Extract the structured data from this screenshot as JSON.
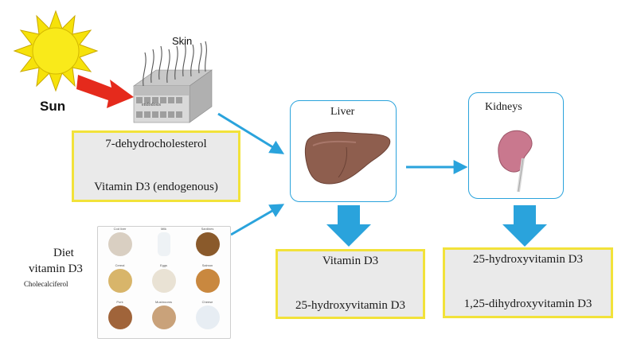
{
  "labels": {
    "sun": "Sun",
    "skin": "Skin",
    "liver": "Liver",
    "kidneys": "Kidneys",
    "diet_line1": "Diet",
    "diet_line2": "vitamin D3",
    "diet_line3": "Cholecalciferol",
    "skin_layer": "endodosis"
  },
  "boxes": {
    "skin_box": {
      "top": "7-dehydrocholesterol",
      "bottom": "Vitamin D3 (endogenous)"
    },
    "liver_box": {
      "top": "Vitamin D3",
      "bottom": "25-hydroxyvitamin D3"
    },
    "kidney_box": {
      "top": "25-hydroxyvitamin D3",
      "bottom": "1,25-dihydroxyvitamin D3"
    }
  },
  "foods": [
    {
      "caption": "Cod liver",
      "color": "#d9cfc2"
    },
    {
      "caption": "Milk",
      "color": "#eef2f5"
    },
    {
      "caption": "Sardines",
      "color": "#8a5a2b"
    },
    {
      "caption": "Cereal",
      "color": "#d8b56a"
    },
    {
      "caption": "Eggs",
      "color": "#e9e2d4"
    },
    {
      "caption": "Salmon",
      "color": "#c9883f"
    },
    {
      "caption": "Pork",
      "color": "#a0643a"
    },
    {
      "caption": "Mushrooms",
      "color": "#c9a27a"
    },
    {
      "caption": "Cheese",
      "color": "#e7edf3"
    }
  ],
  "colors": {
    "arrow_blue": "#2aa3dc",
    "sun_arrow_red": "#e52a1c",
    "box_border": "#f2e23a",
    "box_fill": "#eaeaea",
    "sun_yellow": "#f6e20a"
  }
}
